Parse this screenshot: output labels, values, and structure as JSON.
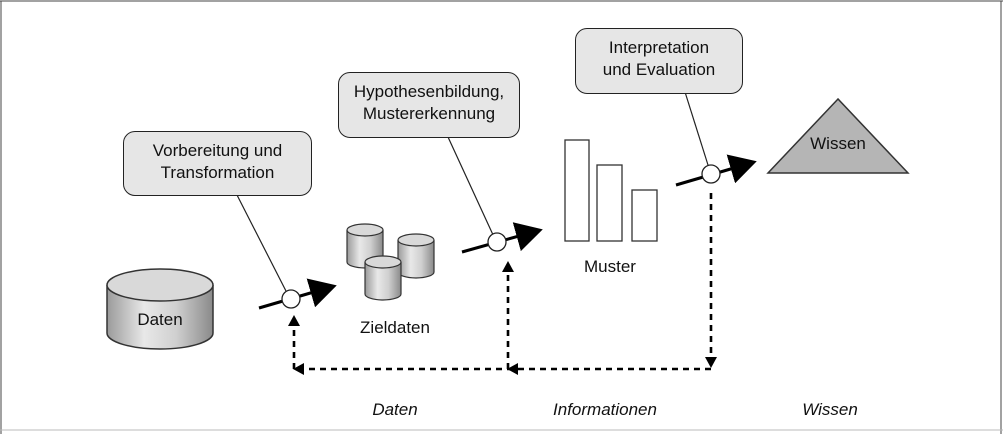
{
  "callouts": {
    "prep_line1": "Vorbereitung und",
    "prep_line2": "Transformation",
    "hypo_line1": "Hypothesenbildung,",
    "hypo_line2": "Mustererkennung",
    "interp_line1": "Interpretation",
    "interp_line2": "und Evaluation"
  },
  "nodes": {
    "daten": "Daten",
    "zieldaten": "Zieldaten",
    "muster": "Muster",
    "wissen": "Wissen"
  },
  "stages": {
    "daten": "Daten",
    "informationen": "Informationen",
    "wissen": "Wissen"
  }
}
